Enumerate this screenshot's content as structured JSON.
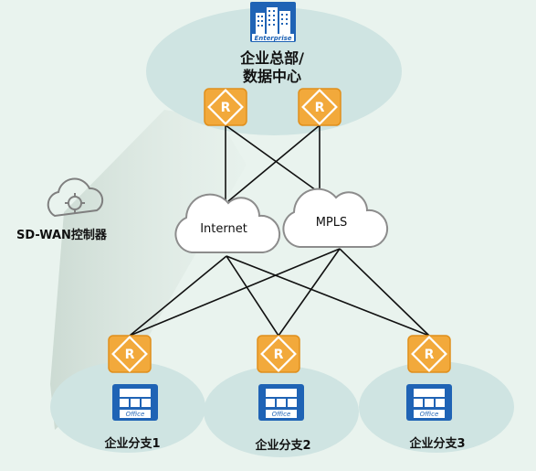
{
  "headquarters": {
    "label_line1": "企业总部/",
    "label_line2": "数据中心",
    "building_badge": "Enterprise"
  },
  "controller": {
    "label": "SD-WAN控制器"
  },
  "networks": {
    "internet": "Internet",
    "mpls": "MPLS"
  },
  "router_glyph": "R",
  "office_badge": "Office",
  "branches": [
    {
      "label": "企业分支1"
    },
    {
      "label": "企业分支2"
    },
    {
      "label": "企业分支3"
    }
  ],
  "colors": {
    "background": "#e9f3ee",
    "zone_fill": "#cfe4e2",
    "router_orange": "#f2a93b",
    "router_border": "#e08f1c",
    "office_blue": "#1f63b5",
    "cloud_fill": "#ffffff",
    "cloud_stroke": "#8c8c8c",
    "link_color": "#111111"
  }
}
